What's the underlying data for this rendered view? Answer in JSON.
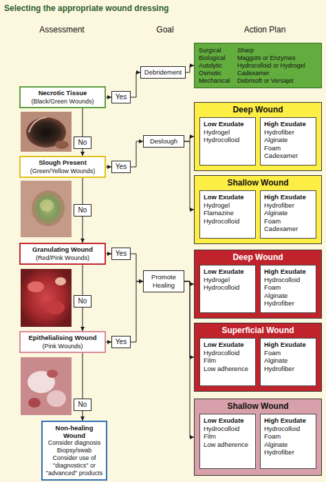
{
  "diagram": {
    "title": "Selecting the appropriate wound dressing",
    "nodes": [
      {
        "text": [
          "Necrotic Tissue",
          "(Black/Green Wounds)"
        ]
      },
      {
        "text": [
          "Yes"
        ]
      },
      {
        "text": [
          "Debridement"
        ]
      },
      {
        "text": [
          "Surgical",
          "Sharp",
          "Biological",
          "Maggots or Enzymes",
          "Autolytic",
          "Hydrocolloid or Hydrogel",
          "Osmotic",
          "Cadexamer",
          "Mechanical",
          "Debrisoft or Versajet"
        ]
      },
      {
        "text": [
          "No"
        ]
      },
      {
        "text": [
          "Slough Present",
          "(Green/Yellow Wounds)"
        ]
      },
      {
        "text": [
          "Yes"
        ]
      },
      {
        "text": [
          "Deslough"
        ]
      },
      {
        "text": [
          "Deep Wound"
        ]
      },
      {
        "text": [
          "Low Exudate",
          "Hydrogel",
          "Hydrocolloid"
        ],
        "in": 8
      },
      {
        "text": [
          "High Exudate",
          "Hydrofiber",
          "Alginate",
          "Foam",
          "Cadexamer"
        ],
        "in": 8
      },
      {
        "text": [
          "Shallow Wound"
        ]
      },
      {
        "text": [
          "Low Exudate",
          "Hydrogel",
          "Flamazine",
          "Hydrocolloid"
        ],
        "in": 11
      },
      {
        "text": [
          "High Exudate",
          "Hydrofiber",
          "Alginate",
          "Foam",
          "Cadexamer"
        ],
        "in": 11
      },
      {
        "text": [
          "No"
        ]
      },
      {
        "text": [
          "Granulating Wound",
          "(Red/Pink Wounds)"
        ]
      },
      {
        "text": [
          "Yes"
        ]
      },
      {
        "text": [
          "Promote Healing"
        ]
      },
      {
        "text": [
          "Deep Wound"
        ]
      },
      {
        "text": [
          "Low Exudate",
          "Hydrogel",
          "Hydrocolloid"
        ],
        "in": 18
      },
      {
        "text": [
          "High Exudate",
          "Hydrocolloid",
          "Foam",
          "Alginate",
          "Hydrofiber"
        ],
        "in": 18
      },
      {
        "text": [
          "No"
        ]
      },
      {
        "text": [
          "Epithelialising Wound",
          "(Pink Wounds)"
        ]
      },
      {
        "text": [
          "Yes"
        ]
      },
      {
        "text": [
          "Superficial Wound"
        ]
      },
      {
        "text": [
          "Low Exudate",
          "Hydrocolloid",
          "Film",
          "Low adherence"
        ],
        "in": 24
      },
      {
        "text": [
          "High Exudate",
          "Foam",
          "Alginate",
          "Hydrofiber"
        ],
        "in": 24
      },
      {
        "text": [
          "No"
        ]
      },
      {
        "text": [
          "Non-healing Wound",
          "Consider diagnosis",
          "Biopsy/swab",
          "Consider use of \"diagnostics\" or \"advanced\" products"
        ]
      },
      {
        "text": [
          "Shallow Wound"
        ]
      },
      {
        "text": [
          "Low Exudate",
          "Hydrocolloid",
          "Film",
          "Low adherence"
        ],
        "in": 29
      },
      {
        "text": [
          "High Exudate",
          "Hydrocolloid",
          "Foam",
          "Alginate",
          "Hydrofiber"
        ],
        "in": 29
      }
    ],
    "edges": [
      {
        "from": 0,
        "to": 1,
        "arrow": "to"
      },
      {
        "from": 1,
        "to": 2,
        "arrow": "to"
      },
      {
        "from": 2,
        "to": 3,
        "arrow": "to"
      },
      {
        "from": 0,
        "to": 4,
        "arrow": "none"
      },
      {
        "from": 4,
        "to": 5,
        "arrow": "to"
      },
      {
        "from": 5,
        "to": 6,
        "arrow": "to"
      },
      {
        "from": 6,
        "to": 7,
        "arrow": "to"
      },
      {
        "from": 7,
        "to": 8,
        "arrow": "to"
      },
      {
        "from": 7,
        "to": 11,
        "arrow": "to"
      },
      {
        "from": 5,
        "to": 14,
        "arrow": "none"
      },
      {
        "from": 14,
        "to": 15,
        "arrow": "to"
      },
      {
        "from": 15,
        "to": 16,
        "arrow": "to"
      },
      {
        "from": 16,
        "to": 17,
        "arrow": "to"
      },
      {
        "from": 17,
        "to": 18,
        "arrow": "to"
      },
      {
        "from": 17,
        "to": 24,
        "arrow": "to"
      },
      {
        "from": 17,
        "to": 29,
        "arrow": "to"
      },
      {
        "from": 15,
        "to": 21,
        "arrow": "none"
      },
      {
        "from": 21,
        "to": 22,
        "arrow": "to"
      },
      {
        "from": 22,
        "to": 23,
        "arrow": "to"
      },
      {
        "from": 23,
        "to": 17,
        "arrow": "to"
      },
      {
        "from": 22,
        "to": 27,
        "arrow": "none"
      },
      {
        "from": 27,
        "to": 28,
        "arrow": "to"
      }
    ],
    "labels": [
      "Assessment",
      "Goal",
      "Action Plan"
    ]
  }
}
